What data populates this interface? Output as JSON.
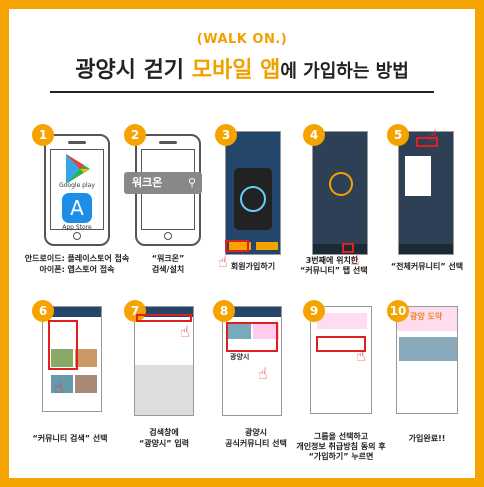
{
  "header": {
    "subtitle": "(WALK ON.)",
    "title_part1": "광양시 걷기 ",
    "title_part2": "모바일 앱",
    "title_part3": "에 가입하는 방법"
  },
  "steps": [
    {
      "number": "1",
      "caption_line1": "안드로이드: 플레이스토어 접속",
      "caption_line2": "아이폰: 앱스토어 접속",
      "store1": "Google play",
      "store2": "App Store"
    },
    {
      "number": "2",
      "caption_line1": "“워크온”",
      "caption_line2": "검색/설치",
      "search_text": "워크온"
    },
    {
      "number": "3",
      "caption_line1": "회원가입하기"
    },
    {
      "number": "4",
      "caption_line1": "3번째에 위치한",
      "caption_line2": "“커뮤니티” 탭 선택"
    },
    {
      "number": "5",
      "caption_line1": "“전체커뮤니티” 선택"
    },
    {
      "number": "6",
      "caption_line1": "“커뮤니티 검색” 선택"
    },
    {
      "number": "7",
      "caption_line1": "검색창에",
      "caption_line2": "“광양시” 입력"
    },
    {
      "number": "8",
      "caption_line1": "광양시",
      "caption_line2": "공식커뮤니티 선택",
      "card_title": "광양시"
    },
    {
      "number": "9",
      "caption_line1": "그룹을 선택하고",
      "caption_line2": "개인정보 취급방침 동의 후",
      "caption_line3": "“가입하기” 누르면"
    },
    {
      "number": "10",
      "caption_line1": "가입완료!!",
      "banner": "광양 도약"
    }
  ],
  "colors": {
    "accent": "#f5a300",
    "app_bg": "#24466b",
    "highlight": "#e02020"
  }
}
